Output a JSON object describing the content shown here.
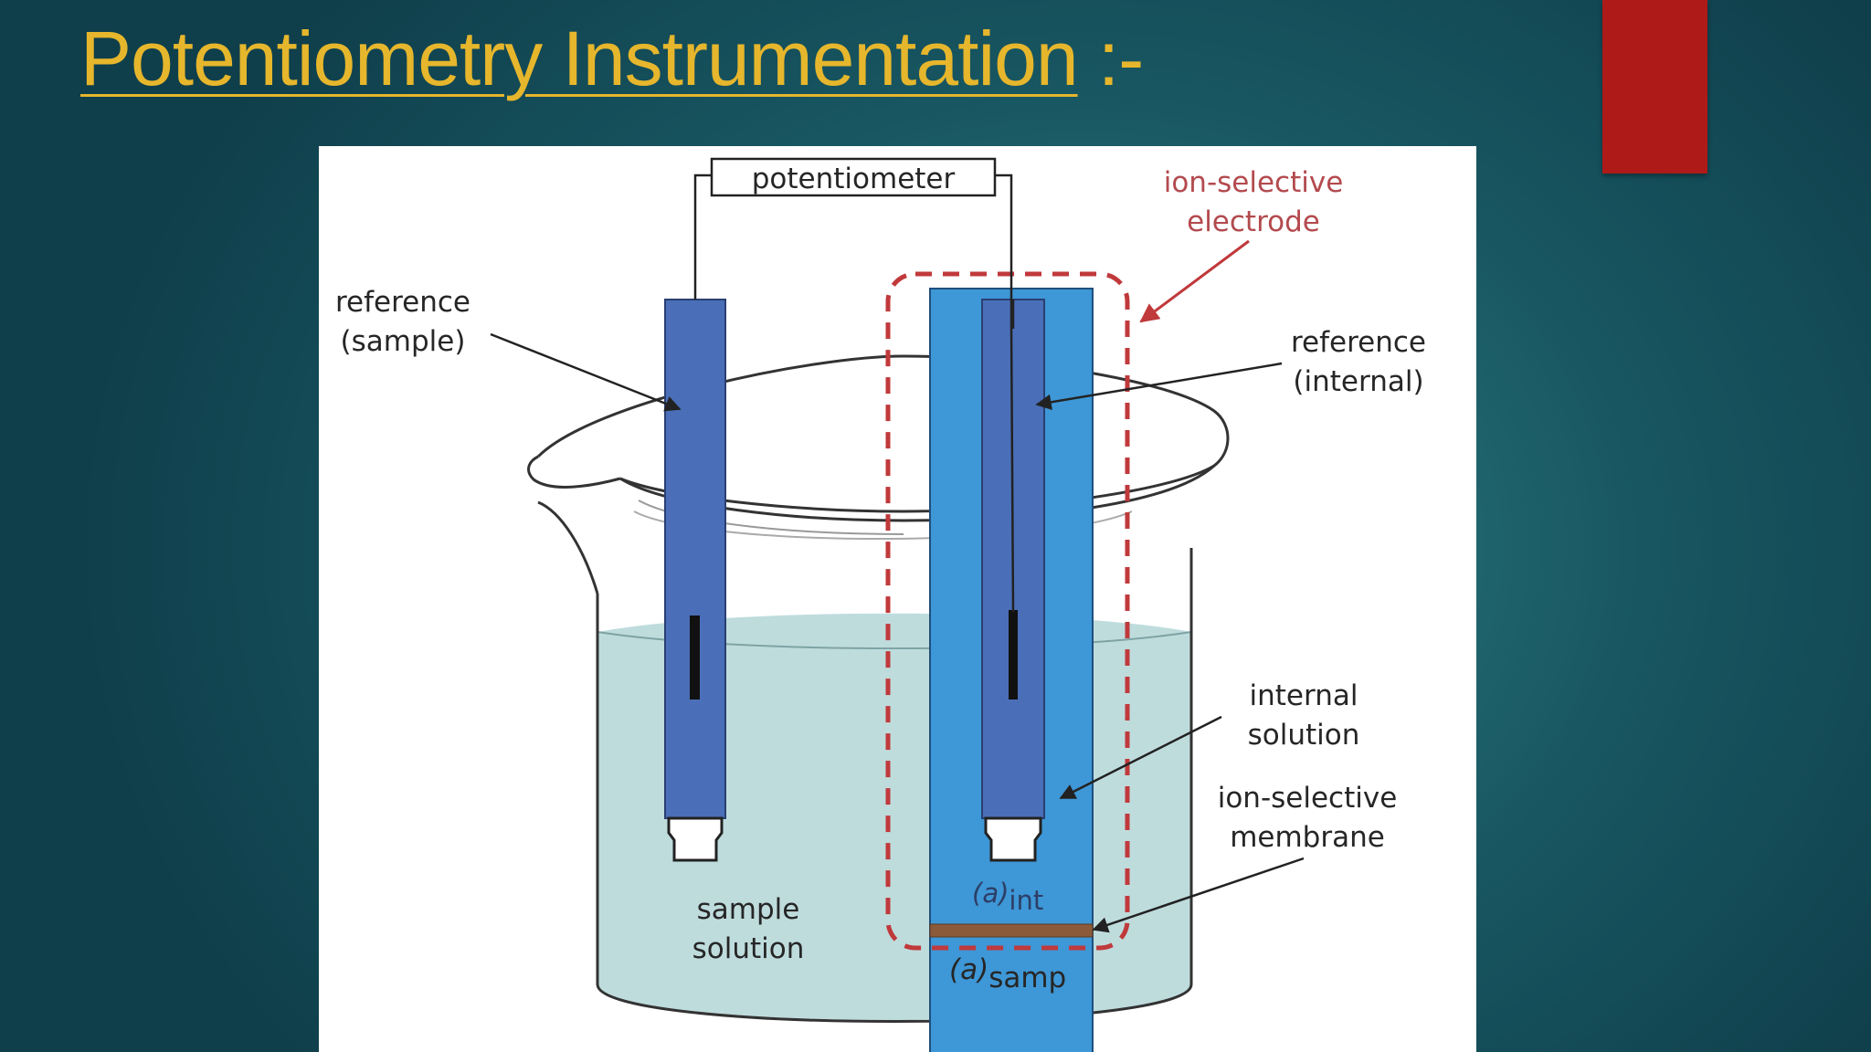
{
  "slide": {
    "title": "Potentiometry Instrumentation",
    "title_suffix": " :-",
    "title_color": "#e6b62c",
    "accent_color": "#ad1a18"
  },
  "diagram": {
    "potentiometer_label": "potentiometer",
    "ise_label": [
      "ion-selective",
      "electrode"
    ],
    "reference_sample_label": [
      "reference",
      "(sample)"
    ],
    "reference_internal_label": [
      "reference",
      "(internal)"
    ],
    "internal_solution_label": [
      "internal",
      "solution"
    ],
    "membrane_label": [
      "ion-selective",
      "membrane"
    ],
    "sample_solution_label": [
      "sample",
      "solution"
    ],
    "activity_internal": {
      "symbol": "(a)",
      "subscript": "int"
    },
    "activity_sample": {
      "symbol": "(a)",
      "subscript": "samp"
    },
    "colors": {
      "solution": "#bfdcdd",
      "ise_body": "#3e97d6",
      "reference_electrode": "#4a6fb8",
      "dashed_outline": "#c0393b",
      "membrane": "#8a5a3a",
      "ise_label": "#b34a4e"
    }
  }
}
